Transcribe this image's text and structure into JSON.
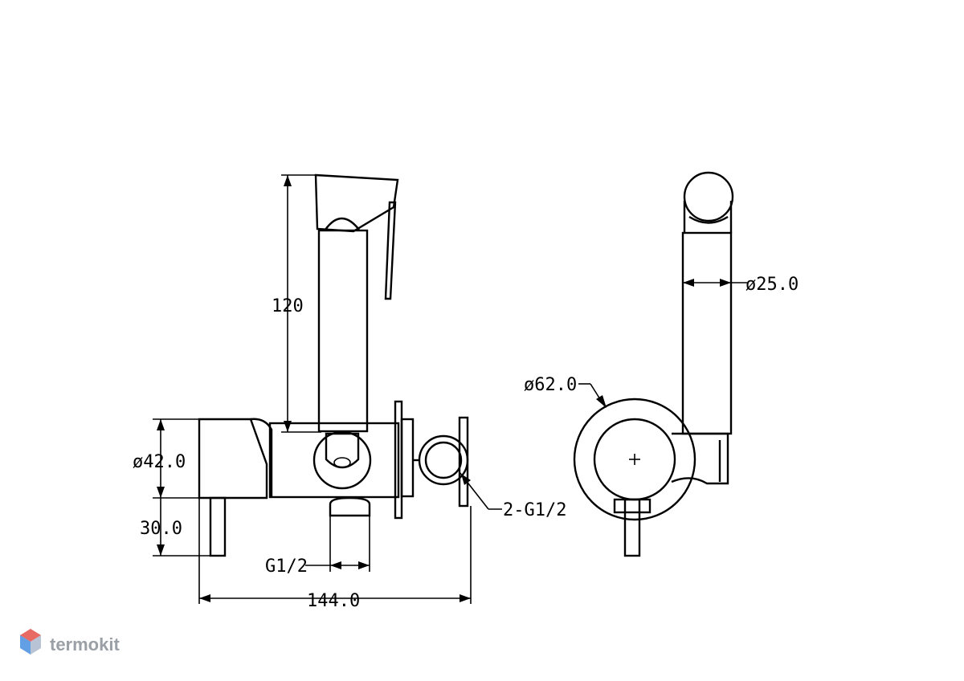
{
  "dimensions": {
    "height_120": "120",
    "diameter_42": "ø42.0",
    "height_30": "30.0",
    "thread_g12": "G1/2",
    "width_144": "144.0",
    "thread_2g12": "2-G1/2",
    "diameter_62": "ø62.0",
    "diameter_25": "ø25.0"
  },
  "watermark": {
    "brand": "termokit",
    "logo_colors": [
      "#e8524a",
      "#4a90e2",
      "#b8c4d6"
    ]
  }
}
